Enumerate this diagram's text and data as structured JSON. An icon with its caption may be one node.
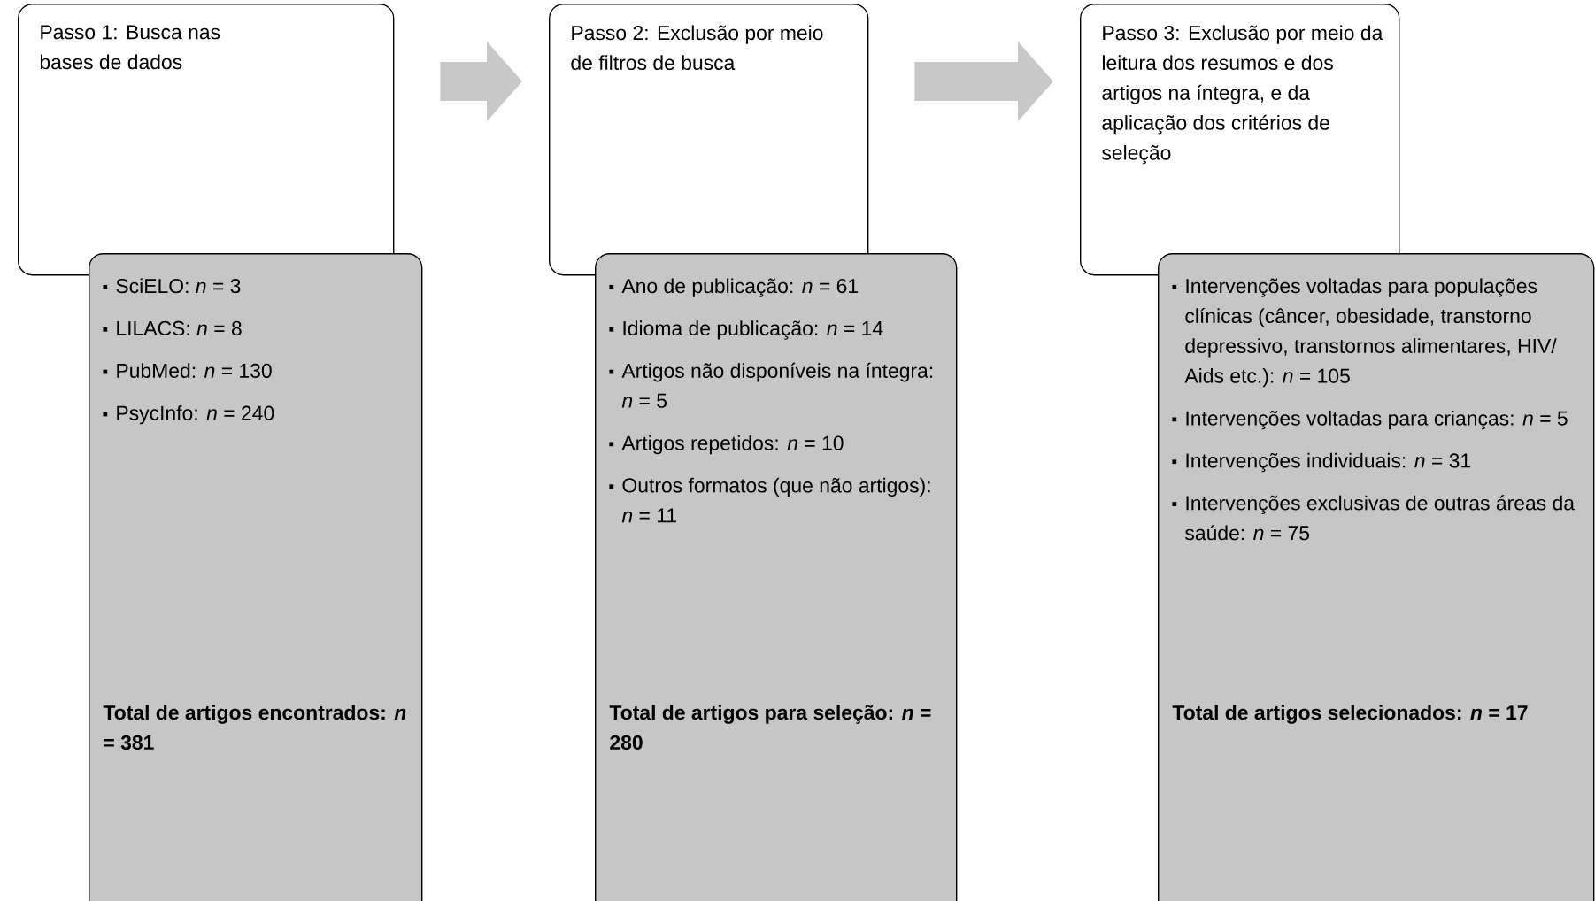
{
  "diagram": {
    "nodes": [
      {
        "text": [
          "Passo 1: Busca nas bases de dados"
        ]
      },
      {
        "text": [
          "SciELO: *n* = 3",
          "LILACS: *n* = 8",
          "PubMed: *n* = 130",
          "PsycInfo: *n* = 240",
          "Total de artigos encontrados: *n* = 381"
        ]
      },
      {
        "text": [
          "Passo 2: Exclusão por meio de filtros de busca"
        ]
      },
      {
        "text": [
          "Ano de publicação: *n* = 61",
          "Idioma de publicação: *n* = 14",
          "Artigos não disponíveis na íntegra: *n* = 5",
          "Artigos repetidos: *n* = 10",
          "Outros formatos (que não artigos): *n* = 11",
          "Total de artigos para seleção: *n* = 280"
        ]
      },
      {
        "text": [
          "Passo 3: Exclusão por meio da leitura dos resumos e dos artigos na íntegra, e da aplicação dos critérios de seleção"
        ]
      },
      {
        "text": [
          "Intervenções voltadas para populações clínicas (câncer, obesidade, transtorno depressivo, transtornos alimentares, HIV/ Aids etc.): *n* = 105",
          "Intervenções voltadas para crianças: *n* = 5",
          "Intervenções individuais: *n* = 31",
          "Intervenções exclusivas de outras áreas da saúde: *n* = 75",
          "Total de artigos selecionados: *n* = 17"
        ]
      }
    ],
    "edges": [
      {
        "from": 0,
        "to": 2,
        "arrow": "to"
      },
      {
        "from": 2,
        "to": 4,
        "arrow": "to"
      }
    ]
  }
}
